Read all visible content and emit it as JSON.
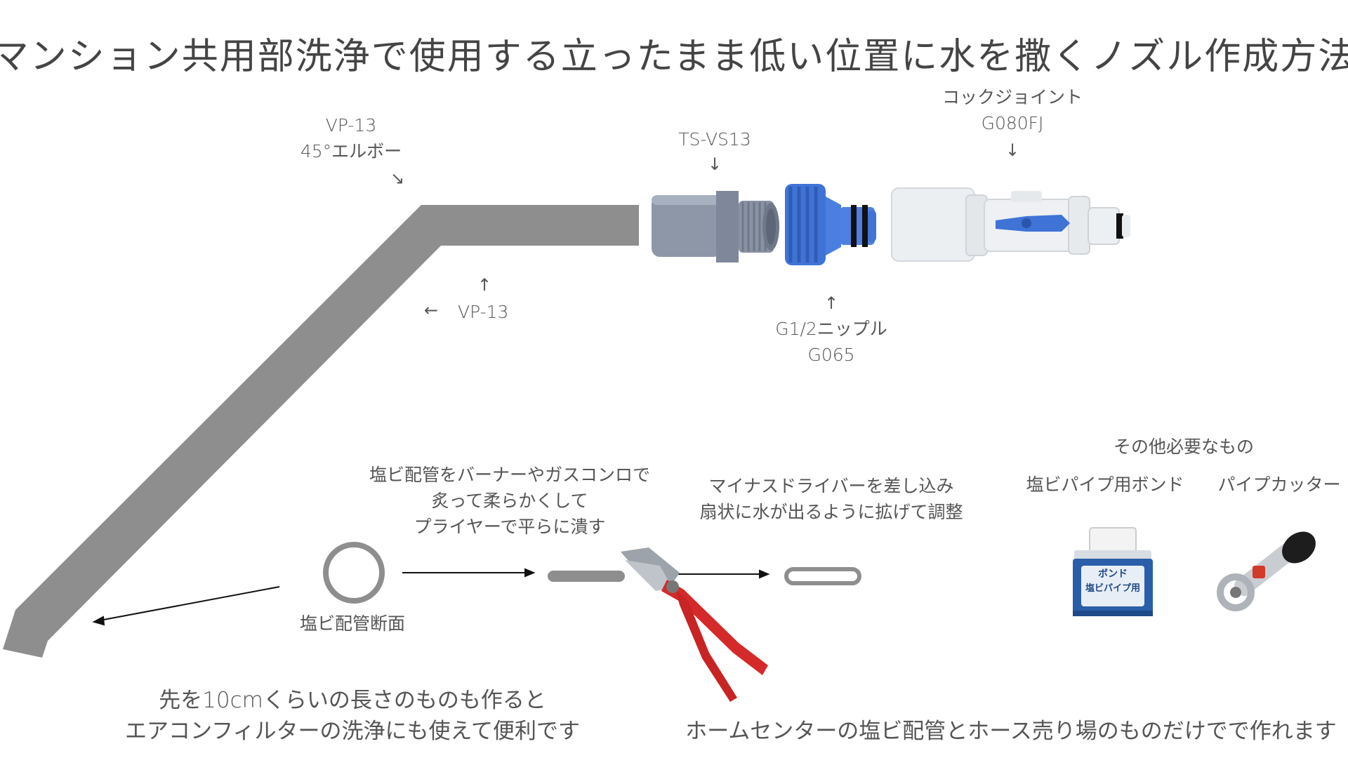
{
  "title": "マンション共用部洗浄で使用する立ったまま低い位置に水を撒くノズル作成方法",
  "labels": {
    "elbow_line1": "VP-13",
    "elbow_line2": "45°エルボー",
    "pipe": "VP-13",
    "tsvs_name": "TS-VS13",
    "nipple_line1": "G1/2ニップル",
    "nipple_line2": "G065",
    "cock_line1": "コックジョイント",
    "cock_line2": "G080FJ",
    "cross_section": "塩ビ配管断面",
    "step1_line1": "塩ビ配管をバーナーやガスコンロで",
    "step1_line2": "炙って柔らかくして",
    "step1_line3": "プライヤーで平らに潰す",
    "step2_line1": "マイナスドライバーを差し込み",
    "step2_line2": "扇状に水が出るように拡げて調整",
    "others_heading": "その他必要なもの",
    "bond": "塩ビパイプ用ボンド",
    "cutter": "パイプカッター",
    "tip_line1": "先を10cmくらいの長さのものも作ると",
    "tip_line2": "エアコンフィルターの洗浄にも使えて便利です",
    "footer": "ホームセンターの塩ビ配管とホース売り場のものだけでで作れます",
    "bond_can_top": "ボンド",
    "bond_can_main": "塩ビパイプ用"
  },
  "arrows": {
    "down": "↓",
    "up": "↑",
    "left": "←",
    "down_right": "↘"
  },
  "colors": {
    "pipe": "#8e8e8e",
    "tsvs": "#8d97a8",
    "nipple_blue": "#3f73d6",
    "joint_white": "#eceff2",
    "plier_red": "#d42a2a",
    "text": "#555555"
  }
}
